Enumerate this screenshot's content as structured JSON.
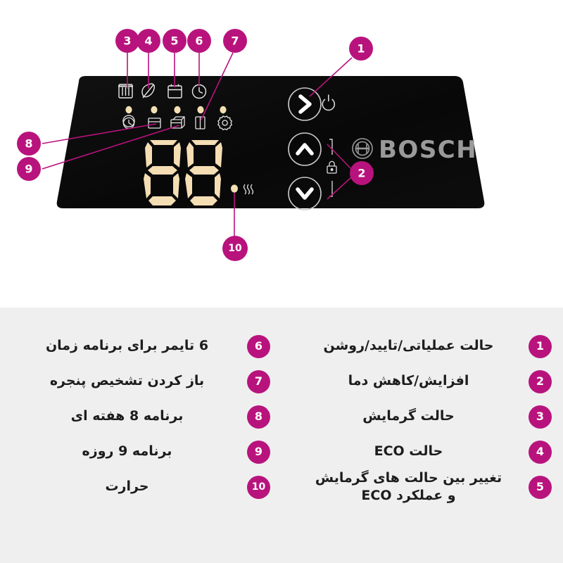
{
  "panel": {
    "brand": "BOSCH",
    "display_value": "88",
    "display_color": "#f5ddb4",
    "panel_color": "#0a0a0a",
    "accent_color": "#b8137d",
    "legend_background": "#efefef",
    "top_icons": [
      {
        "name": "radiator-icon",
        "callout": "3"
      },
      {
        "name": "eco-leaf-icon",
        "callout": "4"
      },
      {
        "name": "calendar-icon",
        "callout": "5"
      },
      {
        "name": "clock-icon",
        "callout": "6"
      }
    ],
    "led_row_count": 5,
    "bottom_icons": [
      {
        "name": "timer-clock-icon"
      },
      {
        "name": "calendar-week-icon"
      },
      {
        "name": "calendar-day-icon"
      },
      {
        "name": "window-open-icon",
        "callout": "7"
      },
      {
        "name": "settings-gear-icon"
      }
    ],
    "buttons": [
      {
        "name": "power-confirm-button",
        "glyph": "chevron-right",
        "side_icon": "power-icon",
        "callout": "1"
      },
      {
        "name": "temp-up-button",
        "glyph": "chevron-up",
        "callout": "2"
      },
      {
        "name": "temp-down-button",
        "glyph": "chevron-down",
        "callout": "2"
      }
    ],
    "lock_icon": "lock-icon",
    "heat_indicator": {
      "name": "heat-waves-icon",
      "dot": true,
      "callout": "10"
    },
    "side_callouts": [
      {
        "number": "8",
        "target": "calendar-week-icon"
      },
      {
        "number": "9",
        "target": "calendar-day-icon"
      }
    ]
  },
  "legend": {
    "right_column": [
      {
        "number": "1",
        "text": "حالت عملیاتی/تایید/روشن"
      },
      {
        "number": "2",
        "text": "افزایش/کاهش دما"
      },
      {
        "number": "3",
        "text": "حالت گرمایش"
      },
      {
        "number": "4",
        "text": "حالت ECO"
      },
      {
        "number": "5",
        "text": "تغییر بین حالت های گرمایش\nو عملکرد ECO"
      }
    ],
    "left_column": [
      {
        "number": "6",
        "text": "6 تایمر برای برنامه زمان"
      },
      {
        "number": "7",
        "text": "باز کردن تشخیص پنجره"
      },
      {
        "number": "8",
        "text": "برنامه 8 هفته ای"
      },
      {
        "number": "9",
        "text": "برنامه 9 روزه"
      },
      {
        "number": "10",
        "text": "حرارت"
      }
    ]
  }
}
